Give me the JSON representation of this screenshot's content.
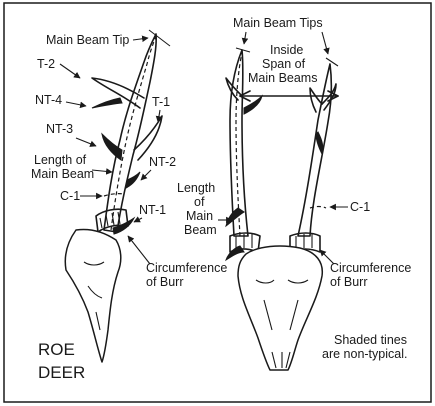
{
  "left_diagram": {
    "main_beam_tip": "Main Beam Tip",
    "t2": "T-2",
    "nt4": "NT-4",
    "t1": "T-1",
    "nt3": "NT-3",
    "length_line1": "Length of",
    "length_line2": "Main Beam",
    "nt2": "NT-2",
    "c1": "C-1",
    "nt1": "NT-1",
    "circ_line1": "Circumference",
    "circ_line2": "of Burr",
    "species_line1": "ROE",
    "species_line2": "DEER"
  },
  "right_diagram": {
    "main_beam_tips": "Main Beam Tips",
    "span_line1": "Inside",
    "span_line2": "Span of",
    "span_line3": "Main Beams",
    "length_line1": "Length",
    "length_line2": "of",
    "length_line3": "Main",
    "length_line4": "Beam",
    "c1": "C-1",
    "circ_line1": "Circumference",
    "circ_line2": "of Burr",
    "note_line1": "Shaded tines",
    "note_line2": "are non-typical."
  }
}
